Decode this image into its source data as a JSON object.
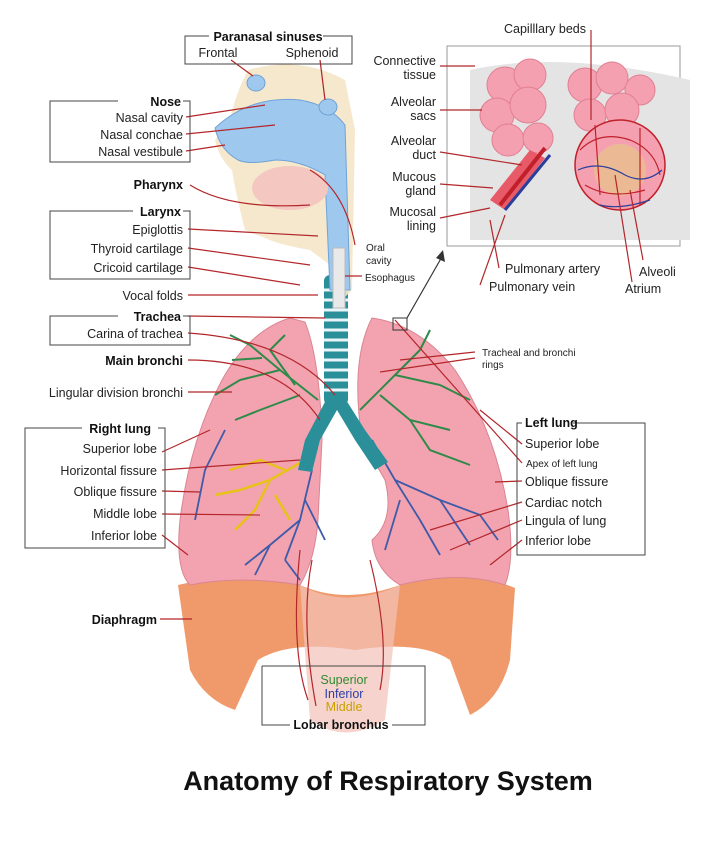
{
  "title": "Anatomy of Respiratory System",
  "labels": {
    "paranasal_sinuses": "Paranasal sinuses",
    "frontal": "Frontal",
    "sphenoid": "Sphenoid",
    "nose": "Nose",
    "nasal_cavity": "Nasal cavity",
    "nasal_conchae": "Nasal conchae",
    "nasal_vestibule": "Nasal vestibule",
    "pharynx": "Pharynx",
    "larynx": "Larynx",
    "epiglottis": "Epiglottis",
    "thyroid_cartilage": "Thyroid cartilage",
    "cricoid_cartilage": "Cricoid cartilage",
    "vocal_folds": "Vocal folds",
    "trachea": "Trachea",
    "carina": "Carina of trachea",
    "main_bronchi": "Main bronchi",
    "lingular_division": "Lingular division bronchi",
    "right_lung": "Right lung",
    "superior_lobe_r": "Superior lobe",
    "horizontal_fissure": "Horizontal fissure",
    "oblique_fissure_r": "Oblique fissure",
    "middle_lobe": "Middle lobe",
    "inferior_lobe_r": "Inferior lobe",
    "diaphragm": "Diaphragm",
    "oral_cavity_1": "Oral",
    "oral_cavity_2": "cavity",
    "esophagus": "Esophagus",
    "capillary_beds": "Capilllary beds",
    "connective_tissue_1": "Connective",
    "connective_tissue_2": "tissue",
    "alveolar_sacs_1": "Alveolar",
    "alveolar_sacs_2": "sacs",
    "alveolar_duct_1": "Alveolar",
    "alveolar_duct_2": "duct",
    "mucous_gland_1": "Mucous",
    "mucous_gland_2": "gland",
    "mucosal_lining_1": "Mucosal",
    "mucosal_lining_2": "lining",
    "pulmonary_artery": "Pulmonary artery",
    "pulmonary_vein": "Pulmonary vein",
    "alveoli": "Alveoli",
    "atrium": "Atrium",
    "tracheal_rings_1": "Tracheal and bronchi",
    "tracheal_rings_2": "rings",
    "left_lung": "Left lung",
    "superior_lobe_l": "Superior lobe",
    "apex_left_lung": "Apex of left lung",
    "oblique_fissure_l": "Oblique fissure",
    "cardiac_notch": "Cardiac notch",
    "lingula": "Lingula of lung",
    "inferior_lobe_l": "Inferior lobe",
    "lobar_superior": "Superior",
    "lobar_inferior": "Inferior",
    "lobar_middle": "Middle",
    "lobar_bronchus": "Lobar bronchus"
  },
  "colors": {
    "leader": "#b3262a",
    "lung": "#f3a3b0",
    "diaphragm": "#ee8f5c",
    "airway": "#9ec8ee",
    "superior_bronchi": "#2f8a4a",
    "inferior_bronchi": "#2c3ea8",
    "middle_bronchi": "#c9a000"
  }
}
